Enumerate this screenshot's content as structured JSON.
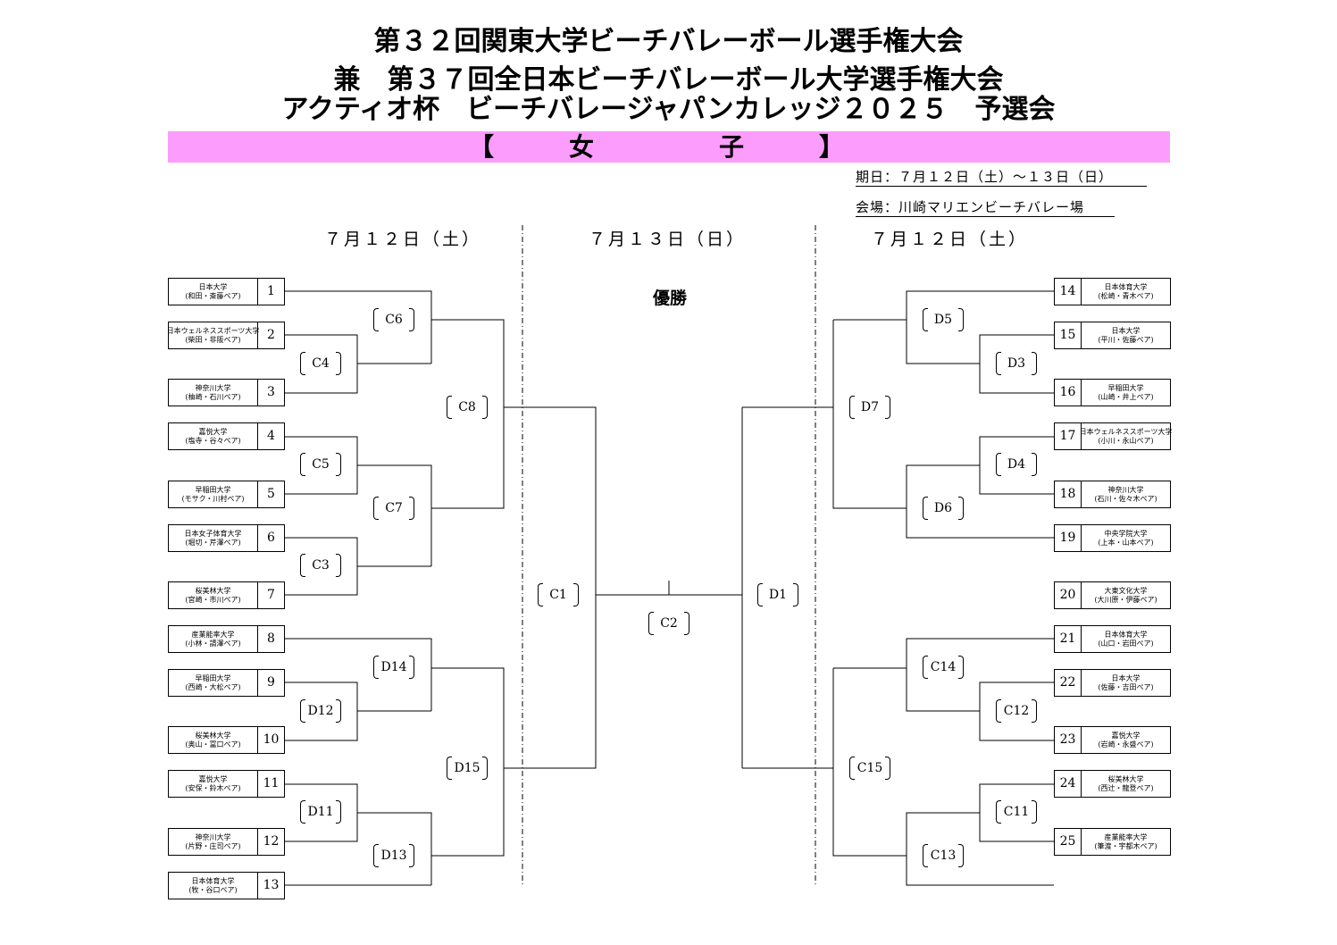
{
  "title": {
    "line1": "第３２回関東大学ビーチバレーボール選手権大会",
    "line2": "兼　第３７回全日本ビーチバレーボール大学選手権大会",
    "line3": "アクティオ杯　ビーチバレージャパンカレッジ２０２５　予選会"
  },
  "division": "【　女　　子　】",
  "meta": {
    "date_range": "期日：７月１２日（土）～１３日（日）",
    "venue": "会場：川崎マリエンビーチバレー場"
  },
  "days": {
    "left": "７月１２日（土）",
    "center": "７月１３日（日）",
    "right": "７月１２日（土）"
  },
  "champion_label": "優勝",
  "colors": {
    "banner": "#fc9cfc",
    "line": "#000000"
  },
  "teams": [
    {
      "seed": "1",
      "school": "日本大学",
      "pair": "(和田・斎藤ペア)"
    },
    {
      "seed": "2",
      "school": "日本ウェルネススポーツ大学",
      "pair": "(柴田・非阪ペア)"
    },
    {
      "seed": "3",
      "school": "神奈川大学",
      "pair": "(柚崎・石川ペア)"
    },
    {
      "seed": "4",
      "school": "嘉悦大学",
      "pair": "(塩寺・谷々ペア)"
    },
    {
      "seed": "5",
      "school": "早稲田大学",
      "pair": "(モサク・川村ペア)"
    },
    {
      "seed": "6",
      "school": "日本女子体育大学",
      "pair": "(堀切・芹澤ペア)"
    },
    {
      "seed": "7",
      "school": "桜美林大学",
      "pair": "(宮崎・市川ペア)"
    },
    {
      "seed": "8",
      "school": "産業能率大学",
      "pair": "(小林・請澤ペア)"
    },
    {
      "seed": "9",
      "school": "早稲田大学",
      "pair": "(西崎・大松ペア)"
    },
    {
      "seed": "10",
      "school": "桜美林大学",
      "pair": "(奥山・冨口ペア)"
    },
    {
      "seed": "11",
      "school": "嘉悦大学",
      "pair": "(安保・鈴木ペア)"
    },
    {
      "seed": "12",
      "school": "神奈川大学",
      "pair": "(片野・庄司ペア)"
    },
    {
      "seed": "13",
      "school": "日本体育大学",
      "pair": "(牧・谷口ペア)"
    },
    {
      "seed": "14",
      "school": "日本体育大学",
      "pair": "(松崎・青木ペア)"
    },
    {
      "seed": "15",
      "school": "日本大学",
      "pair": "(平川・佐藤ペア)"
    },
    {
      "seed": "16",
      "school": "早稲田大学",
      "pair": "(山崎・井上ペア)"
    },
    {
      "seed": "17",
      "school": "日本ウェルネススポーツ大学",
      "pair": "(小川・永山ペア)"
    },
    {
      "seed": "18",
      "school": "神奈川大学",
      "pair": "(石川・佐々木ペア)"
    },
    {
      "seed": "19",
      "school": "中央学院大学",
      "pair": "(上本・山本ペア)"
    },
    {
      "seed": "20",
      "school": "大東文化大学",
      "pair": "(大川原・伊藤ペア)"
    },
    {
      "seed": "21",
      "school": "日本体育大学",
      "pair": "(山口・岩田ペア)"
    },
    {
      "seed": "22",
      "school": "日本大学",
      "pair": "(佐藤・吉田ペア)"
    },
    {
      "seed": "23",
      "school": "嘉悦大学",
      "pair": "(岩崎・永盛ペア)"
    },
    {
      "seed": "24",
      "school": "桜美林大学",
      "pair": "(西辻・龍登ペア)"
    },
    {
      "seed": "25",
      "school": "産業能率大学",
      "pair": "(筆渡・宇都木ペア)"
    }
  ],
  "matches": [
    "C6",
    "C4",
    "C8",
    "C5",
    "C7",
    "C3",
    "D14",
    "D12",
    "D15",
    "D11",
    "D13",
    "C1",
    "C2",
    "D1",
    "D5",
    "D3",
    "D7",
    "D4",
    "D6",
    "C14",
    "C12",
    "C15",
    "C11",
    "C13"
  ]
}
